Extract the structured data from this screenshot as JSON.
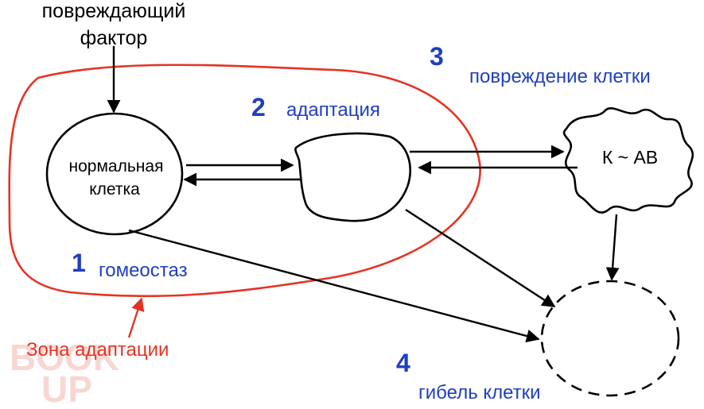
{
  "top_factor": {
    "line1": "повреждающий",
    "line2": "фактор"
  },
  "normal_cell": {
    "line1": "нормальная",
    "line2": "клетка"
  },
  "damaged_cell_label": "К ~ АВ",
  "stage1": {
    "number": "1",
    "label": "гомеостаз"
  },
  "stage2": {
    "number": "2",
    "label": "адаптация"
  },
  "stage3": {
    "number": "3",
    "label": "повреждение клетки"
  },
  "stage4": {
    "number": "4",
    "label": "гибель клетки"
  },
  "zone_label": "Зона адаптации",
  "watermark": {
    "line1": "BOOK",
    "line2": "UP"
  },
  "colors": {
    "blue_text": "#1f3fbf",
    "red_zone": "#e53323",
    "watermark": "#f3b7b0",
    "lines": "#000000"
  }
}
